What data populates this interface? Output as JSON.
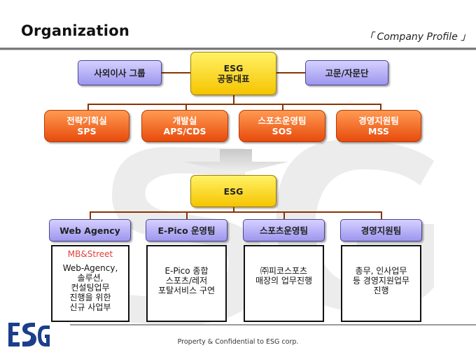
{
  "header": {
    "title": "Organization",
    "subtitle": "「 Company Profile 」"
  },
  "top": {
    "ceo_line1": "ESG",
    "ceo_line2": "공동대표",
    "board": "사외이사 그룹",
    "advisory": "고문/자문단"
  },
  "divisions": [
    {
      "name": "전략기획실",
      "code": "SPS"
    },
    {
      "name": "개발실",
      "code": "APS/CDS"
    },
    {
      "name": "스포츠운영팀",
      "code": "SOS"
    },
    {
      "name": "경영지원팀",
      "code": "MSS"
    }
  ],
  "esg_box": "ESG",
  "teams": [
    {
      "label": "Web Agency",
      "detail_title": "MB&Street",
      "detail": "Web-Agency,\n솔루션,\n컨설팅업무\n진행을 위한\n신규 사업부"
    },
    {
      "label": "E-Pico 운영팀",
      "detail_title": "",
      "detail": "E-Pico 종합\n스포츠/레저\n포탈서비스 구연"
    },
    {
      "label": "스포츠운영팀",
      "detail_title": "",
      "detail": "㈜피코스포츠\n매장의 업무진행"
    },
    {
      "label": "경영지원팀",
      "detail_title": "",
      "detail": "총무, 인사업무\n등 경영지원업무\n진행"
    }
  ],
  "footer": "Property & Confidential to ESG corp.",
  "logo": "ESG",
  "colors": {
    "orange": "#e84b0c",
    "yellow": "#f6c400",
    "purple": "#9d96ee",
    "detail_title": "#e0403a",
    "connector": "#8a3300"
  }
}
